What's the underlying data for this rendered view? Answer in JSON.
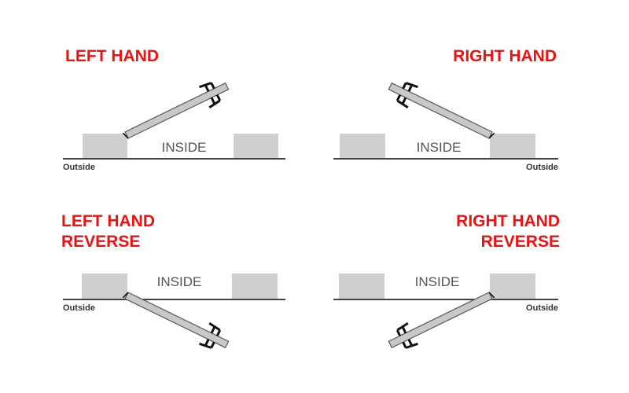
{
  "diagrams": [
    {
      "title_lines": [
        "LEFT HAND"
      ],
      "inside_label": "INSIDE",
      "outside_label": "Outside"
    },
    {
      "title_lines": [
        "RIGHT HAND"
      ],
      "inside_label": "INSIDE",
      "outside_label": "Outside"
    },
    {
      "title_lines": [
        "LEFT HAND",
        "REVERSE"
      ],
      "inside_label": "INSIDE",
      "outside_label": "Outside"
    },
    {
      "title_lines": [
        "RIGHT HAND",
        "REVERSE"
      ],
      "inside_label": "INSIDE",
      "outside_label": "Outside"
    }
  ],
  "colors": {
    "title": "#ee1111",
    "wall": "#cfcfcf",
    "door": "#c8c8c8"
  }
}
